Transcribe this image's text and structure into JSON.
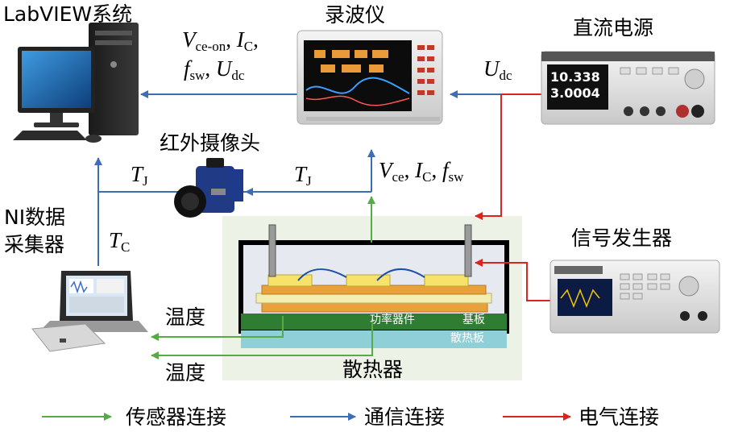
{
  "colors": {
    "sensor": "#56ab46",
    "comm": "#3d6db5",
    "electrical": "#d8251e",
    "heatsink_bg": "#edf2e6",
    "substrate": "#2e7d32",
    "heat_spreader": "#8fd0d8",
    "chip": "#f7e36a",
    "dbc": "#e9a23b"
  },
  "devices": {
    "labview": "LabVIEW系统",
    "oscilloscope": "录波仪",
    "dc_supply": "直流电源",
    "ir_camera": "红外摄像头",
    "ni_daq_line1": "NI数据",
    "ni_daq_line2": "采集器",
    "signal_gen": "信号发生器",
    "heatsink": "散热器"
  },
  "module": {
    "power_device": "功率器件",
    "substrate": "基板",
    "heat_spreader": "散热板"
  },
  "signals": {
    "temperature_1": "温度",
    "temperature_2": "温度"
  },
  "screens": {
    "dc_voltage": "10.338",
    "dc_current": "3.0004"
  },
  "legend": [
    {
      "label": "传感器连接",
      "color": "#56ab46"
    },
    {
      "label": "通信连接",
      "color": "#3d6db5"
    },
    {
      "label": "电气连接",
      "color": "#d8251e"
    }
  ]
}
